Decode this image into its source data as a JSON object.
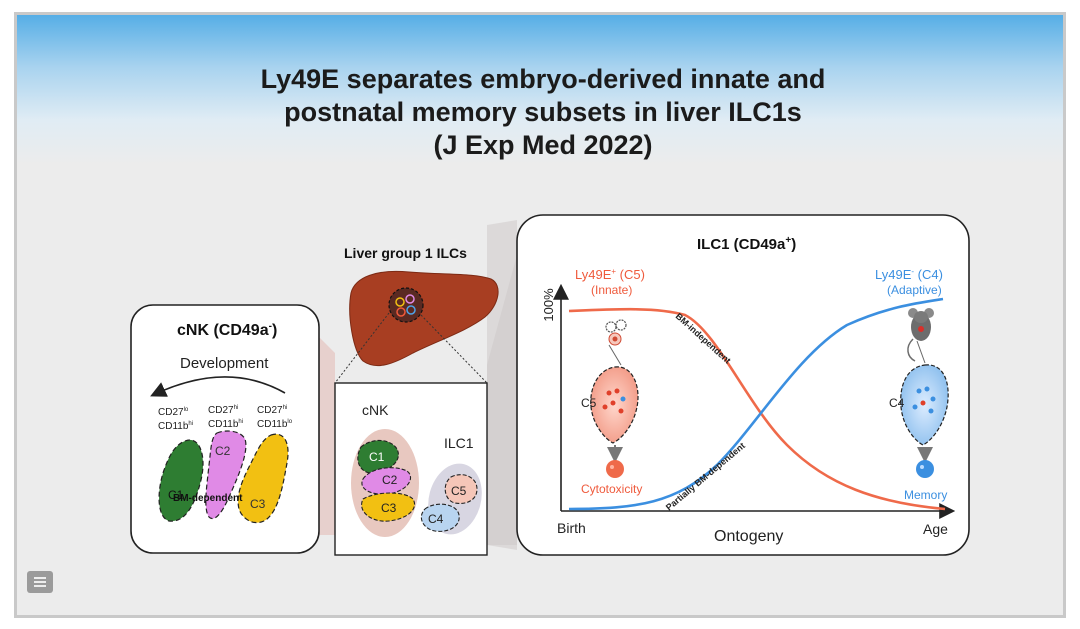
{
  "slide": {
    "title_lines": [
      "Ly49E separates embryo-derived innate and",
      "postnatal memory subsets in liver ILC1s",
      "(J Exp Med 2022)"
    ]
  },
  "cnk_panel": {
    "title": "cNK (CD49a",
    "title_sup": "-",
    "title_end": ")",
    "arrow_label": "Development",
    "markers": [
      {
        "cd27": "CD27",
        "cd27_sup": "lo",
        "cd11b": "CD11b",
        "cd11b_sup": "hi"
      },
      {
        "cd27": "CD27",
        "cd27_sup": "hi",
        "cd11b": "CD11b",
        "cd11b_sup": "hi"
      },
      {
        "cd27": "CD27",
        "cd27_sup": "hi",
        "cd11b": "CD11b",
        "cd11b_sup": "lo"
      }
    ],
    "clusters": [
      "C1",
      "C2",
      "C3"
    ],
    "overlay_label": "BM-dependent",
    "colors": {
      "C1": "#2e7d32",
      "C2": "#e08ae6",
      "C3": "#f2c012"
    }
  },
  "liver": {
    "label": "Liver group 1 ILCs",
    "color": "#a83e22",
    "inset_labels": {
      "cnk": "cNK",
      "ilc1": "ILC1"
    },
    "inset_clusters": [
      "C1",
      "C2",
      "C3",
      "C5",
      "C4"
    ]
  },
  "ilc1_panel": {
    "title": "ILC1 (CD49a",
    "title_sup": "+",
    "title_end": ")",
    "y_axis_label": "100%",
    "x_axis_label": "Ontogeny",
    "x_start": "Birth",
    "x_end": "Age",
    "innate": {
      "name": "Ly49E",
      "sup": "+",
      "cluster": " (C5)",
      "subtitle": "(Innate)",
      "cell_label": "C5",
      "outcome": "Cytotoxicity",
      "color": "#ef5a3c"
    },
    "adaptive": {
      "name": "Ly49E",
      "sup": "-",
      "cluster": " (C4)",
      "subtitle": "(Adaptive)",
      "cell_label": "C4",
      "outcome": "Memory",
      "color": "#3b8fe0"
    },
    "curve_labels": {
      "decline": "BM-independent",
      "rise": "Partially BM-dependent"
    }
  }
}
